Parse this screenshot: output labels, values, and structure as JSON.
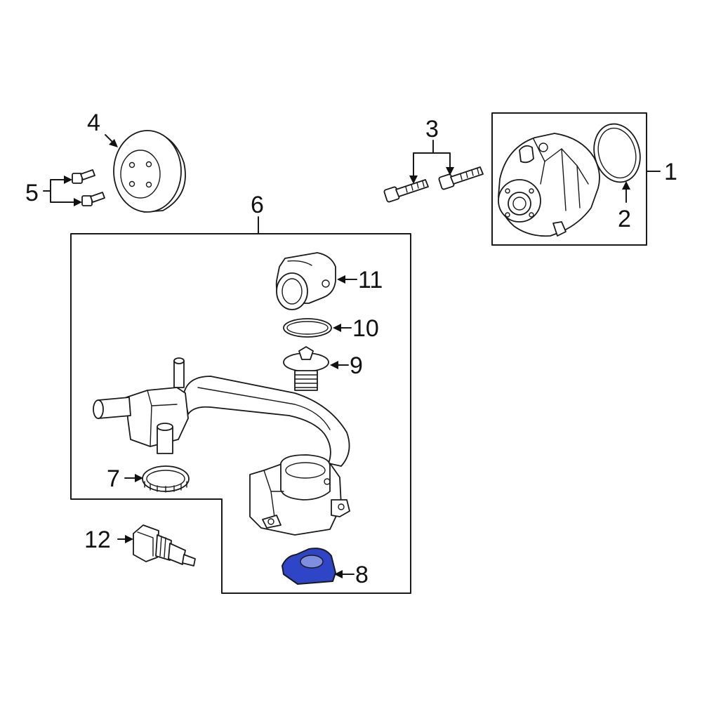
{
  "callouts": {
    "c1": "1",
    "c2": "2",
    "c3": "3",
    "c4": "4",
    "c5": "5",
    "c6": "6",
    "c7": "7",
    "c8": "8",
    "c9": "9",
    "c10": "10",
    "c11": "11",
    "c12": "12"
  },
  "colors": {
    "highlight_part": "#2f45c8",
    "line": "#1a1a1a",
    "background": "#ffffff"
  }
}
